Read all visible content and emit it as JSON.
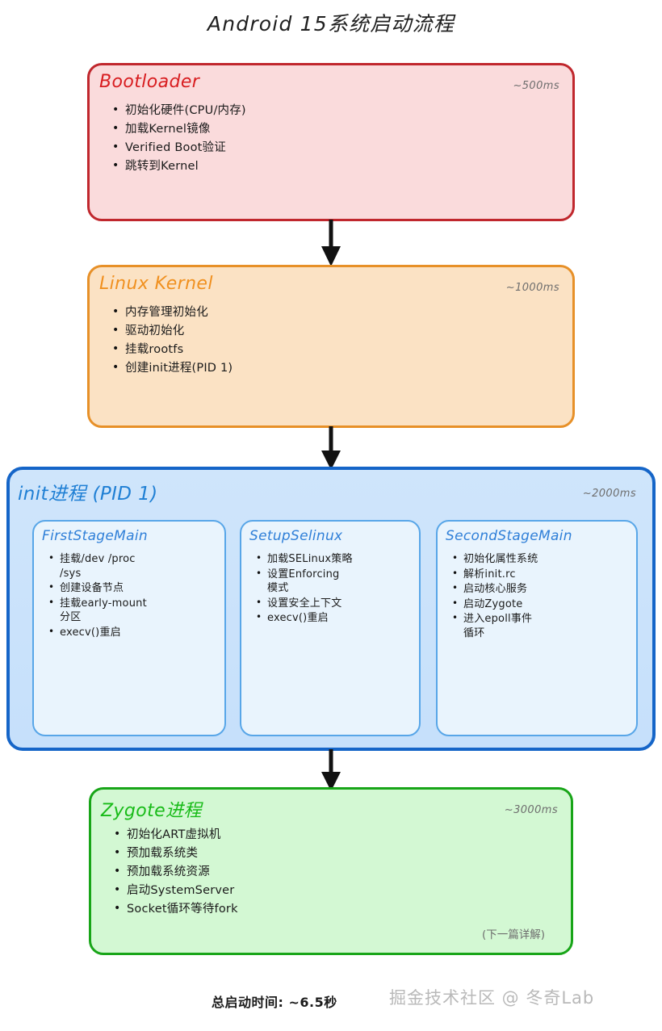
{
  "title": "Android 15系统启动流程",
  "stages": [
    {
      "id": "bootloader",
      "name": "Bootloader",
      "timing": "~500ms",
      "color": "#d81d20",
      "fill": "#fadbdc",
      "items": [
        "初始化硬件(CPU/内存)",
        "加载Kernel镜像",
        "Verified Boot验证",
        "跳转到Kernel"
      ]
    },
    {
      "id": "kernel",
      "name": "Linux Kernel",
      "timing": "~1000ms",
      "color": "#f0901f",
      "fill": "#fbe2c4",
      "items": [
        "内存管理初始化",
        "驱动初始化",
        "挂载rootfs",
        "创建init进程(PID 1)"
      ]
    },
    {
      "id": "init",
      "name": "init进程 (PID 1)",
      "timing": "~2000ms",
      "color": "#1f7fd4",
      "fill": "#cfe5fb",
      "subboxes": [
        {
          "id": "firststagemain",
          "name": "FirstStageMain",
          "items": [
            "挂载/dev /proc\n/sys",
            "创建设备节点",
            "挂载early-mount\n分区",
            "execv()重启"
          ]
        },
        {
          "id": "setupselinux",
          "name": "SetupSelinux",
          "items": [
            "加载SELinux策略",
            "设置Enforcing\n模式",
            "设置安全上下文",
            "execv()重启"
          ]
        },
        {
          "id": "secondstagemain",
          "name": "SecondStageMain",
          "items": [
            "初始化属性系统",
            "解析init.rc",
            "启动核心服务",
            "启动Zygote",
            "进入epoll事件\n循环"
          ]
        }
      ]
    },
    {
      "id": "zygote",
      "name": "Zygote进程",
      "timing": "~3000ms",
      "color": "#18bb18",
      "fill": "#d3f8d3",
      "items": [
        "初始化ART虚拟机",
        "预加载系统类",
        "预加载系统资源",
        "启动SystemServer",
        "Socket循环等待fork"
      ],
      "note": "(下一篇详解)"
    }
  ],
  "arrows": [
    {
      "id": "arrow-bootloader-kernel",
      "from": "bootloader",
      "to": "kernel"
    },
    {
      "id": "arrow-kernel-init",
      "from": "kernel",
      "to": "init"
    },
    {
      "id": "arrow-init-zygote",
      "from": "init",
      "to": "zygote"
    }
  ],
  "footer": {
    "total_time": "总启动时间: ~6.5秒",
    "watermark": "掘金技术社区 @ 冬奇Lab"
  }
}
